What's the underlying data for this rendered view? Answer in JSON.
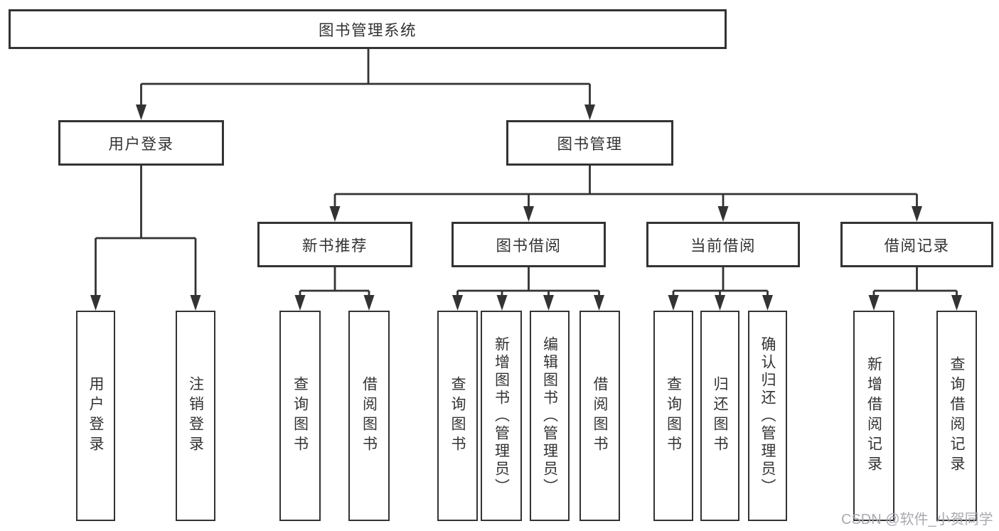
{
  "nodes": {
    "root": {
      "label": "图书管理系统"
    },
    "level2": [
      {
        "label": "用户登录"
      },
      {
        "label": "图书管理"
      }
    ],
    "level3": [
      {
        "label": "新书推荐"
      },
      {
        "label": "图书借阅"
      },
      {
        "label": "当前借阅"
      },
      {
        "label": "借阅记录"
      }
    ],
    "leaves": [
      {
        "label": "用户登录",
        "parent": "用户登录"
      },
      {
        "label": "注销登录",
        "parent": "用户登录"
      },
      {
        "label": "查询图书",
        "parent": "新书推荐"
      },
      {
        "label": "借阅图书",
        "parent": "新书推荐"
      },
      {
        "label": "查询图书",
        "parent": "图书借阅"
      },
      {
        "label": "新增图书（管理员）",
        "parent": "图书借阅"
      },
      {
        "label": "编辑图书（管理员）",
        "parent": "图书借阅"
      },
      {
        "label": "借阅图书",
        "parent": "图书借阅"
      },
      {
        "label": "查询图书",
        "parent": "当前借阅"
      },
      {
        "label": "归还图书",
        "parent": "当前借阅"
      },
      {
        "label": "确认归还（管理员）",
        "parent": "当前借阅"
      },
      {
        "label": "新增借阅记录",
        "parent": "借阅记录"
      },
      {
        "label": "查询借阅记录",
        "parent": "借阅记录"
      }
    ]
  },
  "watermark": "CSDN @软件_小贺同学",
  "colors": {
    "line": "#333333",
    "text": "#333333",
    "box_background": "#ffffff",
    "watermark": "#a9a9b2"
  }
}
